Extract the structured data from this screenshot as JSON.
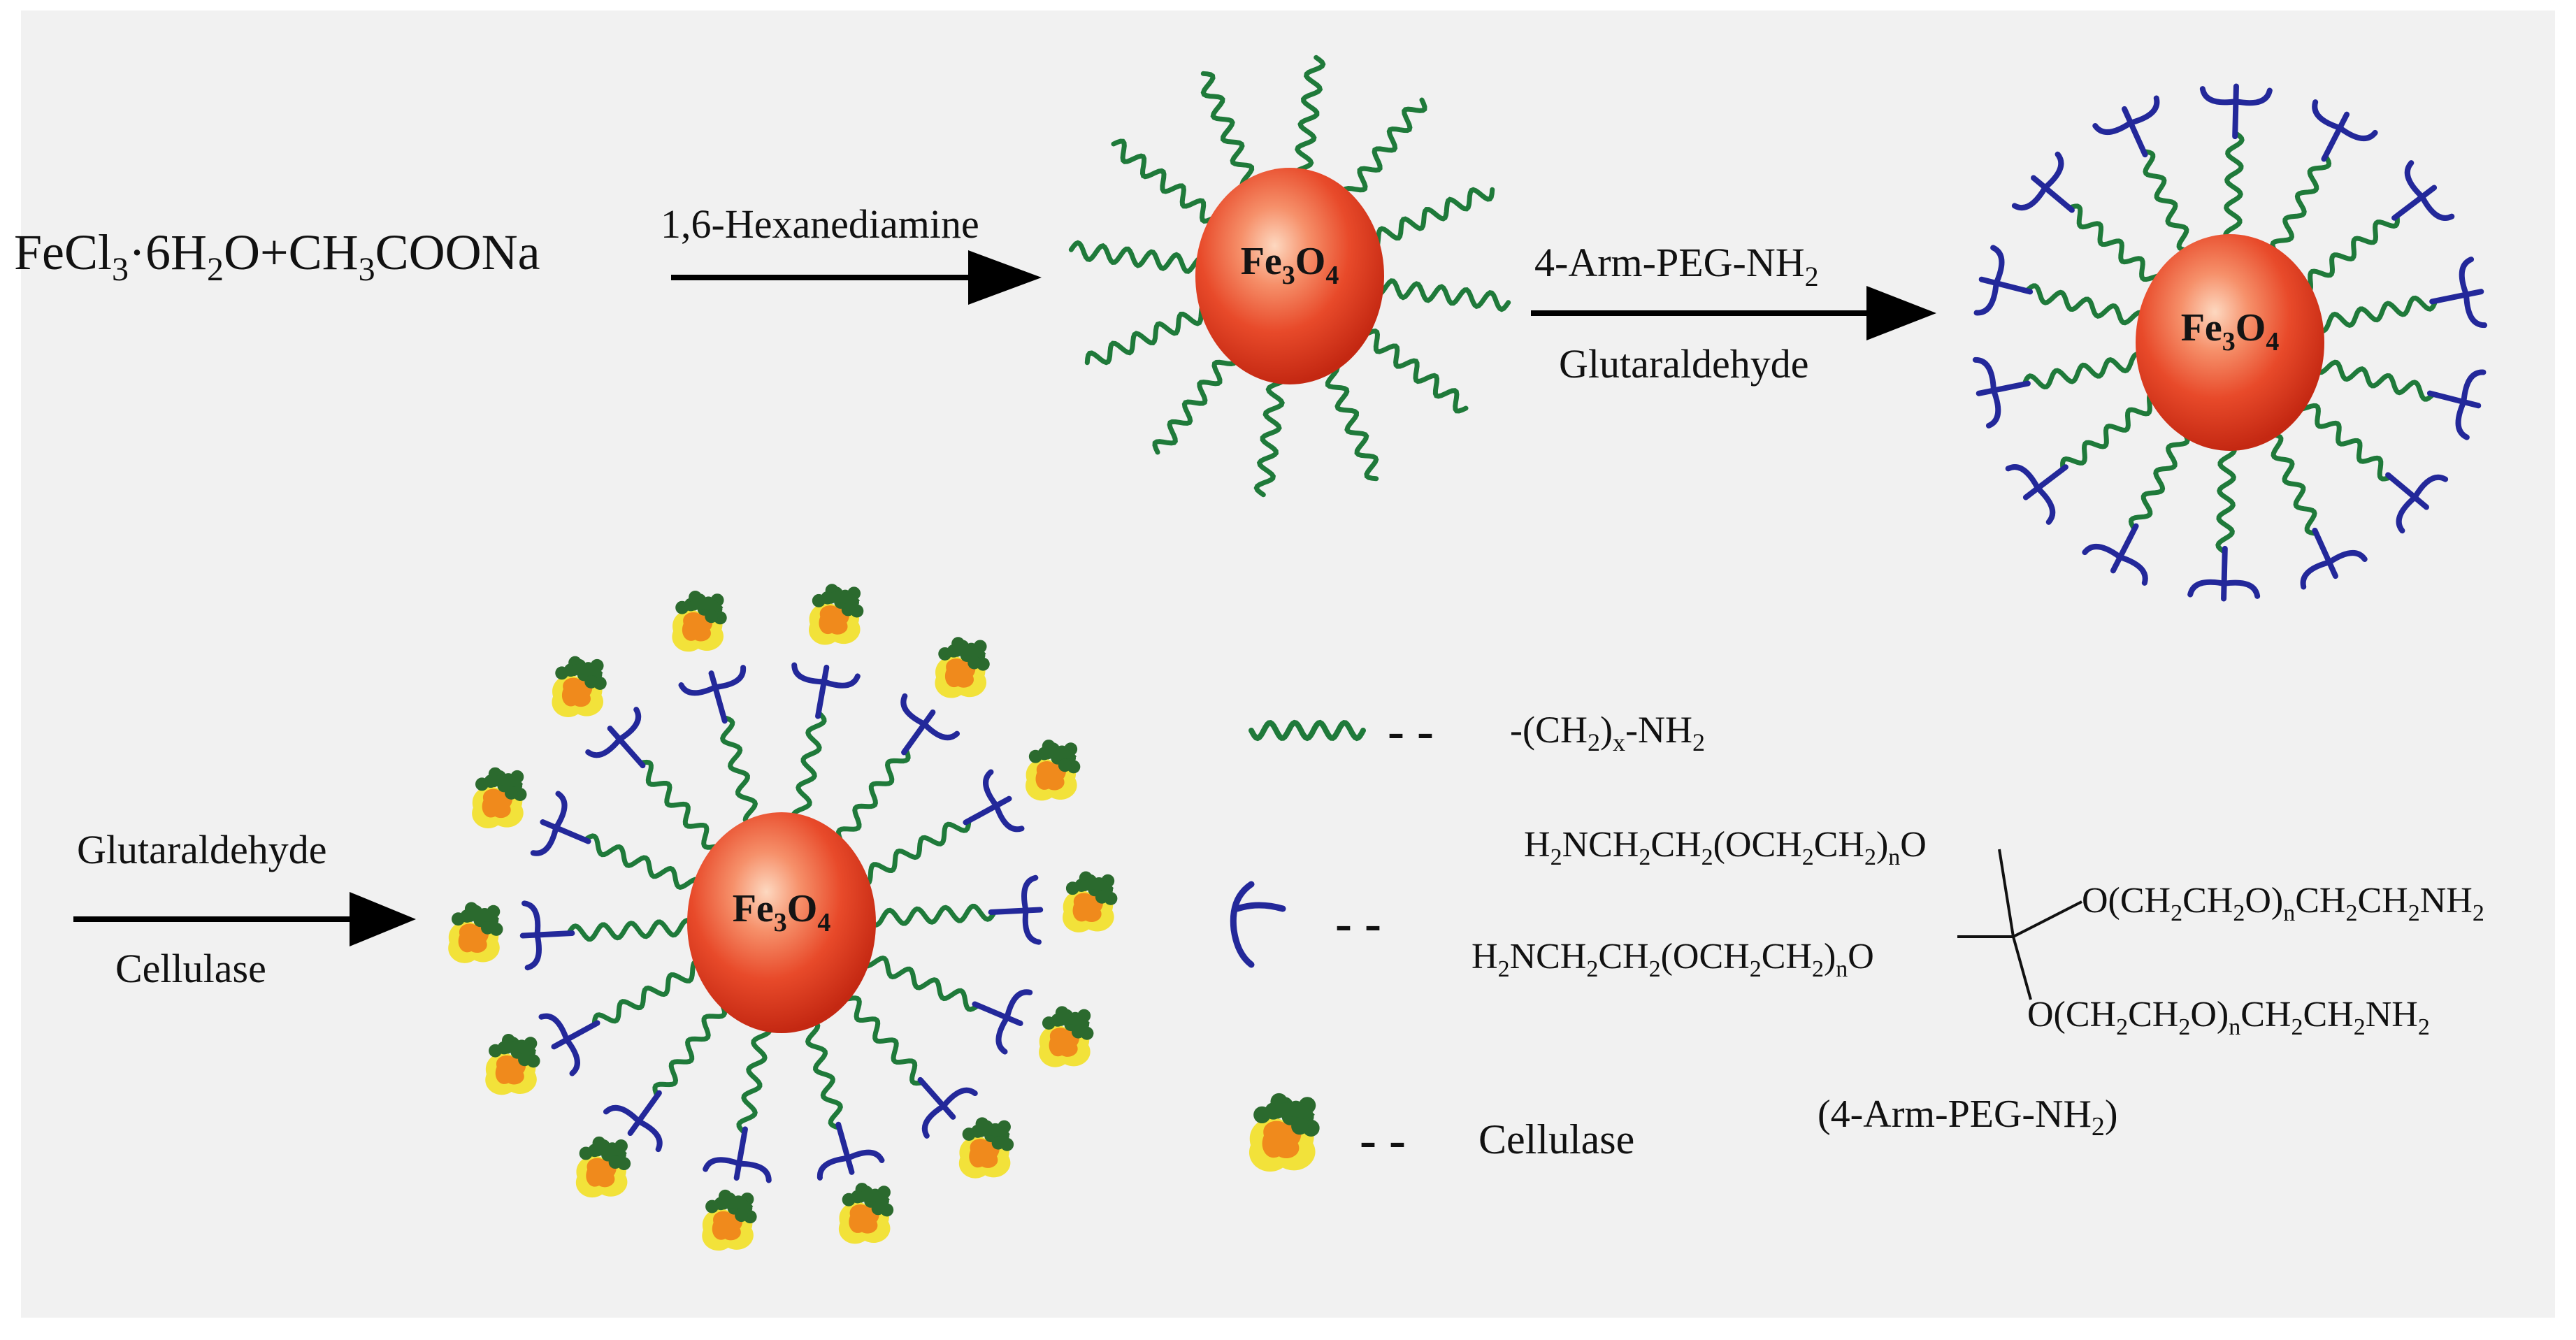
{
  "colors": {
    "background": "#f1f1f1",
    "linker_green": "#1f7a3a",
    "peg_blue": "#23289a",
    "particle_core": "#e84a2a",
    "particle_highlight": "#fbd3b8",
    "enzyme_dark": "#2b6a2e",
    "enzyme_orange": "#f08a1c",
    "enzyme_yellow": "#f2e23a",
    "text": "#111111"
  },
  "reactants": {
    "fecl3": "FeCl",
    "fecl3_sub": "3",
    "dot": "·",
    "hydrate": "6H",
    "hydrate_sub": "2",
    "plus_ch": "O+CH",
    "ch_sub": "3",
    "coona": "COONa"
  },
  "step1": {
    "reagent": "1,6-Hexanediamine"
  },
  "step2": {
    "reagent_main": "4-Arm-PEG-NH",
    "reagent_sub": "2",
    "reagent2": "Glutaraldehyde"
  },
  "step3": {
    "reagent1": "Glutaraldehyde",
    "reagent2": "Cellulase"
  },
  "particle": {
    "fe": "Fe",
    "fe_sub": "3",
    "o": "O",
    "o_sub": "4"
  },
  "legend": {
    "dash": "- -",
    "linker": {
      "prefix": "-(CH",
      "sub2": "2",
      "close": ")",
      "subx": "x",
      "suffix": "-NH",
      "sub_end": "2"
    },
    "cellulase": "Cellulase",
    "peg_formula": {
      "line1": [
        "H",
        "2",
        "NCH",
        "2",
        "CH",
        "2",
        "(OCH",
        "2",
        "CH",
        "2",
        ")",
        "n",
        "O"
      ],
      "line2": [
        "H",
        "2",
        "NCH",
        "2",
        "CH",
        "2",
        "(OCH",
        "2",
        "CH",
        "2",
        ")",
        "n",
        "O"
      ],
      "arm3": [
        "O(CH",
        "2",
        "CH",
        "2",
        "O)",
        "n",
        "CH",
        "2",
        "CH",
        "2",
        "NH",
        "2"
      ],
      "arm4": [
        "O(CH",
        "2",
        "CH",
        "2",
        "O)",
        "n",
        "CH",
        "2",
        "CH",
        "2",
        "NH",
        "2"
      ],
      "caption_open": "(4-Arm-PEG-NH",
      "caption_sub": "2",
      "caption_close": ")"
    }
  }
}
